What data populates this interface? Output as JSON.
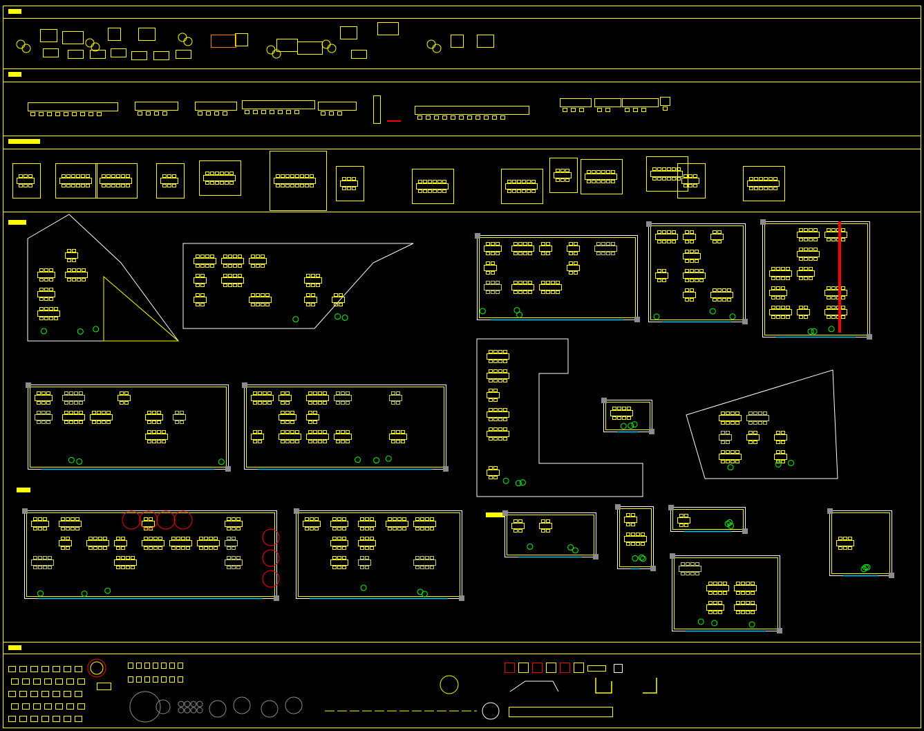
{
  "colors": {
    "background": "#000000",
    "frame": "#ffff00",
    "furniture": "#ffff00",
    "furniture_dim": "#c8c860",
    "wall": "#ffffff",
    "plant": "#00ff00",
    "accent_red": "#ff0000",
    "accent_orange": "#ff8000",
    "glass": "#00ccff",
    "gray": "#8c8c8c"
  },
  "sections": [
    {
      "id": "chair-table-symbols",
      "icon": "chair-icon"
    },
    {
      "id": "bar-counter-symbols",
      "icon": "counter-icon"
    },
    {
      "id": "dining-set-symbols",
      "icon": "dining-table-icon"
    },
    {
      "id": "restaurant-floor-plans",
      "icon": "floor-plan-icon"
    },
    {
      "id": "misc-symbols-plants",
      "icon": "plant-icon"
    }
  ]
}
